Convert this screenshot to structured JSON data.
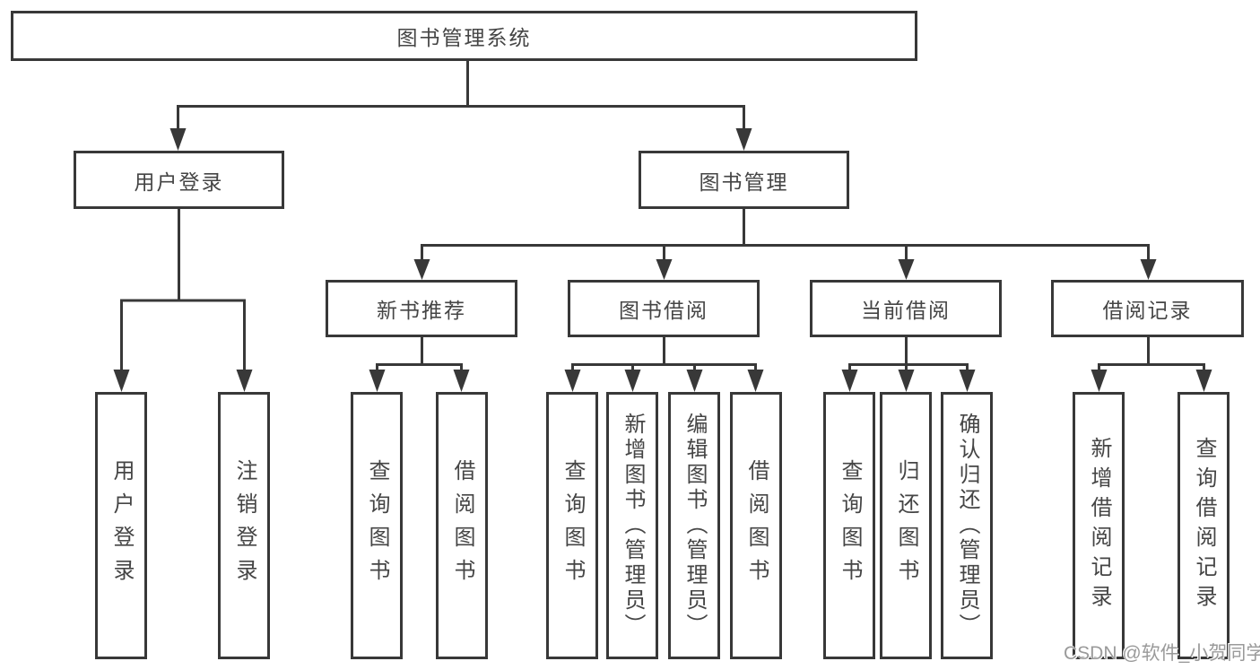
{
  "diagram_title": "图书管理系统",
  "nodes": {
    "root": "图书管理系统",
    "user_login": "用户登录",
    "book_mgmt": "图书管理",
    "new_book": "新书推荐",
    "book_borrow": "图书借阅",
    "current_borrow": "当前借阅",
    "borrow_record": "借阅记录",
    "leaf_user_login": "用户登录",
    "leaf_logout": "注销登录",
    "leaf_nb_query": "查询图书",
    "leaf_nb_borrow": "借阅图书",
    "leaf_bb_query": "查询图书",
    "leaf_bb_add": "新增图书（管理员）",
    "leaf_bb_edit": "编辑图书（管理员）",
    "leaf_bb_borrow": "借阅图书",
    "leaf_cb_query": "查询图书",
    "leaf_cb_return": "归还图书",
    "leaf_cb_confirm": "确认归还（管理员）",
    "leaf_br_add": "新增借阅记录",
    "leaf_br_query": "查询借阅记录"
  },
  "edges": [
    {
      "from": "图书管理系统",
      "to": "用户登录"
    },
    {
      "from": "图书管理系统",
      "to": "图书管理"
    },
    {
      "from": "用户登录",
      "to": "用户登录"
    },
    {
      "from": "用户登录",
      "to": "注销登录"
    },
    {
      "from": "图书管理",
      "to": "新书推荐"
    },
    {
      "from": "图书管理",
      "to": "图书借阅"
    },
    {
      "from": "图书管理",
      "to": "当前借阅"
    },
    {
      "from": "图书管理",
      "to": "借阅记录"
    },
    {
      "from": "新书推荐",
      "to": "查询图书"
    },
    {
      "from": "新书推荐",
      "to": "借阅图书"
    },
    {
      "from": "图书借阅",
      "to": "查询图书"
    },
    {
      "from": "图书借阅",
      "to": "新增图书（管理员）"
    },
    {
      "from": "图书借阅",
      "to": "编辑图书（管理员）"
    },
    {
      "from": "图书借阅",
      "to": "借阅图书"
    },
    {
      "from": "当前借阅",
      "to": "查询图书"
    },
    {
      "from": "当前借阅",
      "to": "归还图书"
    },
    {
      "from": "当前借阅",
      "to": "确认归还（管理员）"
    },
    {
      "from": "借阅记录",
      "to": "新增借阅记录"
    },
    {
      "from": "借阅记录",
      "to": "查询借阅记录"
    }
  ],
  "watermark": "CSDN @软件_小贺同学",
  "colors": {
    "line": "#383838",
    "text": "#454545",
    "watermark": "#9a9a9a",
    "background": "#ffffff"
  }
}
